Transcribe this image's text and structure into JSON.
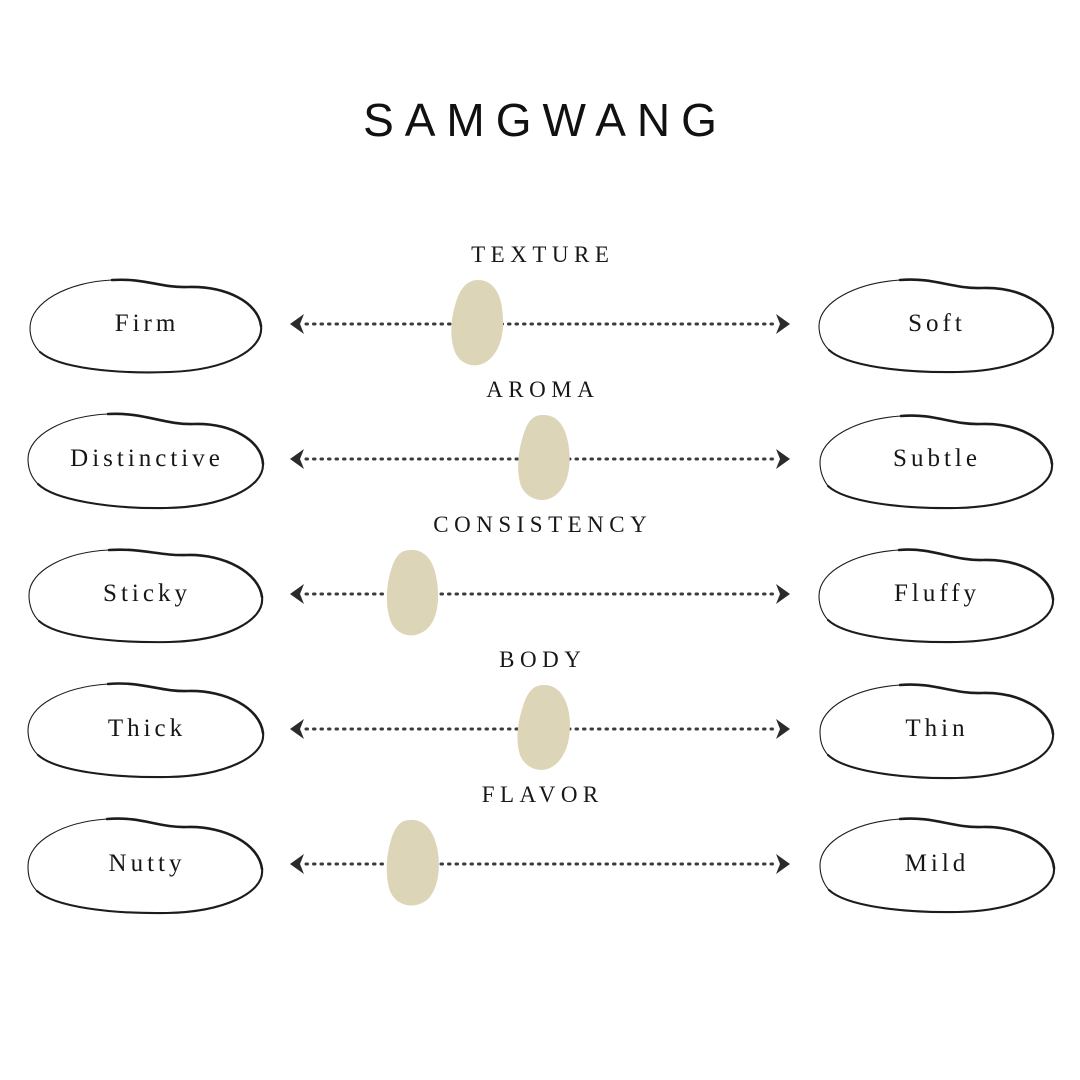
{
  "header": {
    "title": "SAMGWANG"
  },
  "colors": {
    "background": "#ffffff",
    "ink": "#1a1a1a",
    "marker_fill": "#ddd5b8",
    "axis": "#3a3a3a",
    "bubble_stroke": "#1c1c1c"
  },
  "chart_data": {
    "type": "bar",
    "title": "SAMGWANG",
    "xlabel": "",
    "ylabel": "",
    "xlim": [
      0,
      100
    ],
    "grid": false,
    "legend": "none",
    "scale_note": "0 = left pole, 100 = right pole",
    "categories": [
      "TEXTURE",
      "AROMA",
      "CONSISTENCY",
      "BODY",
      "FLAVOR"
    ],
    "left_labels": [
      "Firm",
      "Distinctive",
      "Sticky",
      "Thick",
      "Nutty"
    ],
    "right_labels": [
      "Soft",
      "Subtle",
      "Fluffy",
      "Thin",
      "Mild"
    ],
    "values": [
      37,
      51,
      23,
      51,
      23
    ]
  },
  "rows": [
    {
      "category": "TEXTURE",
      "left": "Firm",
      "right": "Soft",
      "value": 37
    },
    {
      "category": "AROMA",
      "left": "Distinctive",
      "right": "Subtle",
      "value": 51
    },
    {
      "category": "CONSISTENCY",
      "left": "Sticky",
      "right": "Fluffy",
      "value": 23
    },
    {
      "category": "BODY",
      "left": "Thick",
      "right": "Thin",
      "value": 51
    },
    {
      "category": "FLAVOR",
      "left": "Nutty",
      "right": "Mild",
      "value": 23
    }
  ]
}
